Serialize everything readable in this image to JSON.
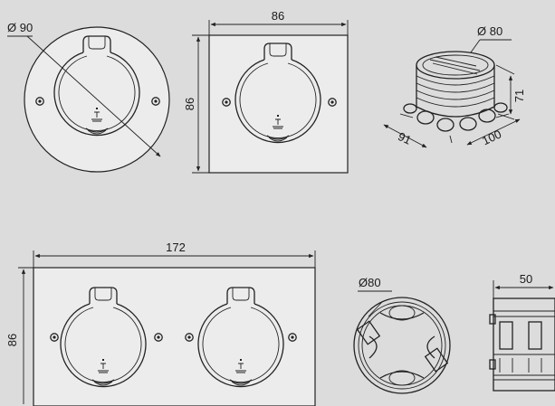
{
  "diagram": {
    "background_color": "#dcdcdc",
    "plate_color": "#ececec",
    "line_color": "#222222",
    "views": {
      "round_plate": {
        "dimension_label": "Ø 90"
      },
      "square_plate": {
        "width_label": "86",
        "height_label": "86"
      },
      "box_3d": {
        "diameter_label": "Ø 80",
        "height_label": "71",
        "depth_label": "91",
        "width_label": "100"
      },
      "double_plate": {
        "width_label": "172",
        "height_label": "86"
      },
      "box_top": {
        "diameter_label": "Ø80"
      },
      "box_side": {
        "depth_label": "50"
      }
    }
  }
}
